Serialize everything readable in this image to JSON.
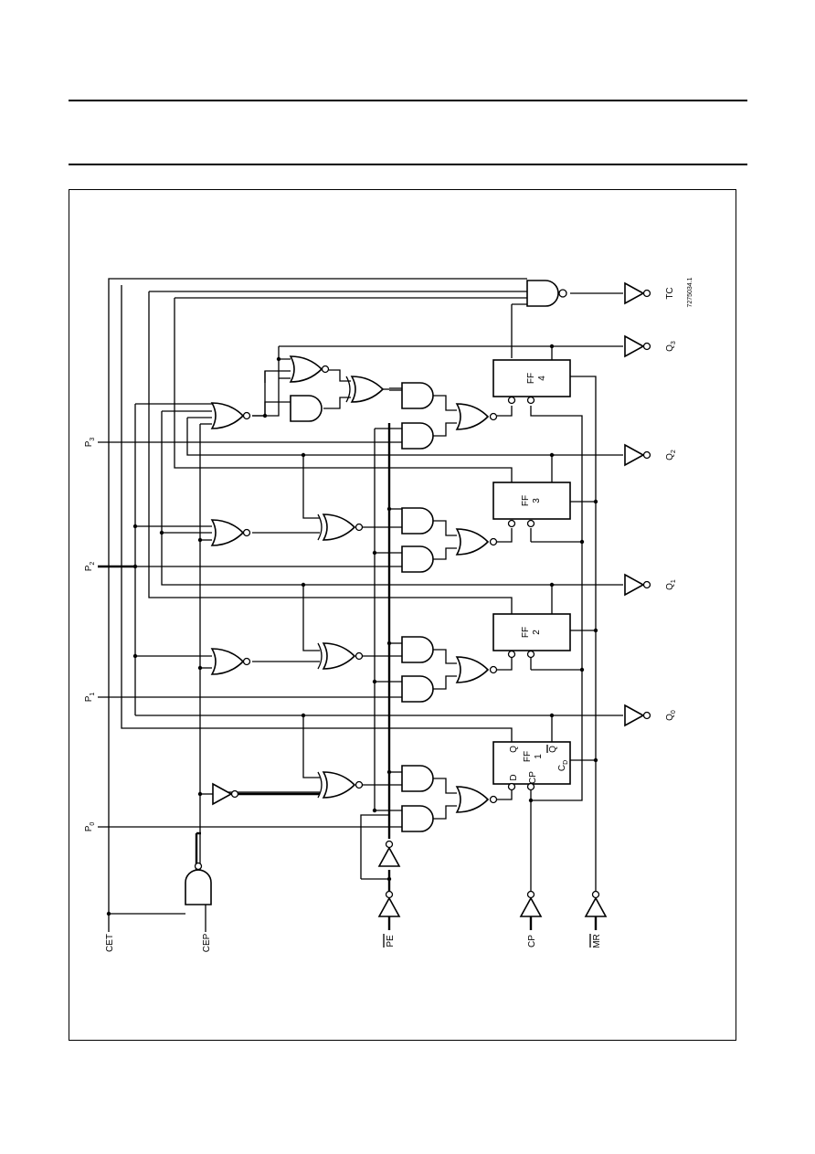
{
  "ref_code": "7275034.1",
  "flip_flops": [
    {
      "name": "FF",
      "num": "1",
      "d": "D",
      "cp": "CP",
      "q": "Q",
      "qbar": "Q",
      "cd": "C",
      "cd_sub": "D"
    },
    {
      "name": "FF",
      "num": "2"
    },
    {
      "name": "FF",
      "num": "3"
    },
    {
      "name": "FF",
      "num": "4"
    }
  ],
  "inputs": {
    "p0": "P",
    "p0_sub": "0",
    "p1": "P",
    "p1_sub": "1",
    "p2": "P",
    "p2_sub": "2",
    "p3": "P",
    "p3_sub": "3",
    "cet": "CET",
    "cep": "CEP",
    "pe": "PE",
    "cp": "CP",
    "mr": "MR"
  },
  "outputs": {
    "tc": "TC",
    "q0": "Q",
    "q0_sub": "0",
    "q1": "Q",
    "q1_sub": "1",
    "q2": "Q",
    "q2_sub": "2",
    "q3": "Q",
    "q3_sub": "3"
  }
}
